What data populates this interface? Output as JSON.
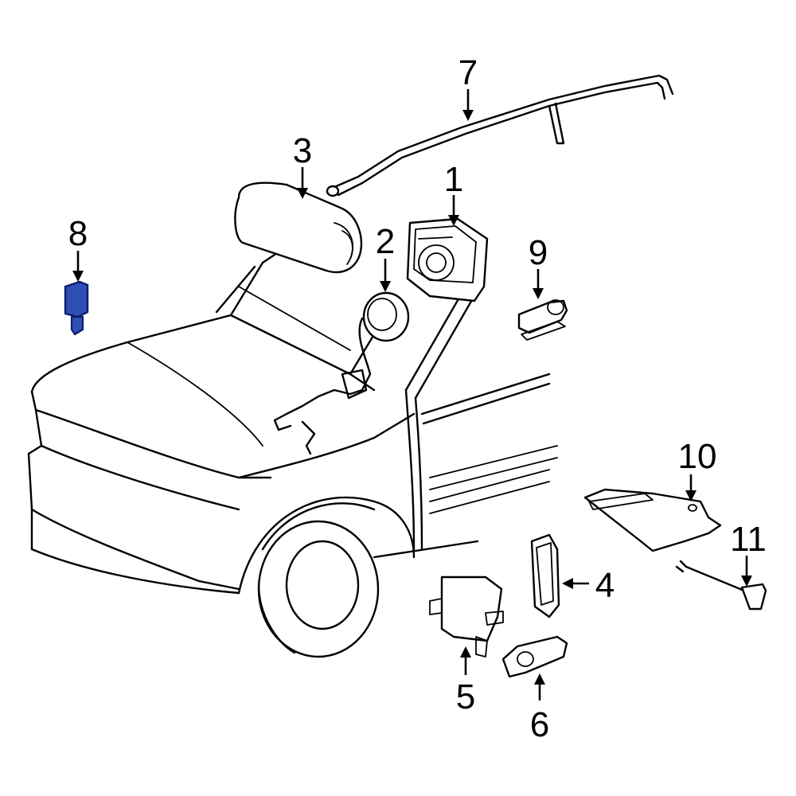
{
  "callouts": {
    "c1": "1",
    "c2": "2",
    "c3": "3",
    "c4": "4",
    "c5": "5",
    "c6": "6",
    "c7": "7",
    "c8": "8",
    "c9": "9",
    "c10": "10",
    "c11": "11"
  },
  "colors": {
    "line": "#000000",
    "background": "#ffffff",
    "highlight_fill": "#2f4fb4",
    "highlight_stroke": "#0b1e6e"
  },
  "highlighted_part": "8"
}
